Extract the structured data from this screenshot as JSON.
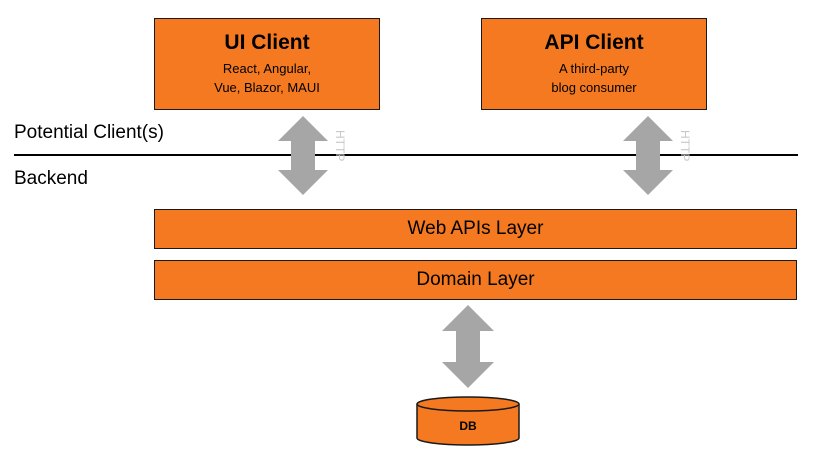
{
  "clients": {
    "ui": {
      "title": "UI Client",
      "line1": "React, Angular,",
      "line2": "Vue, Blazor, MAUI"
    },
    "api": {
      "title": "API Client",
      "line1": "A third-party",
      "line2": "blog consumer"
    }
  },
  "zones": {
    "top": "Potential Client(s)",
    "bottom": "Backend"
  },
  "arrows": {
    "protocol": "HTTP"
  },
  "layers": {
    "web_api": "Web APIs Layer",
    "domain": "Domain Layer"
  },
  "database": {
    "label": "DB"
  },
  "colors": {
    "box_fill": "#f47920",
    "box_stroke": "#1a1a1a",
    "arrow_fill": "#a6a6a6"
  }
}
